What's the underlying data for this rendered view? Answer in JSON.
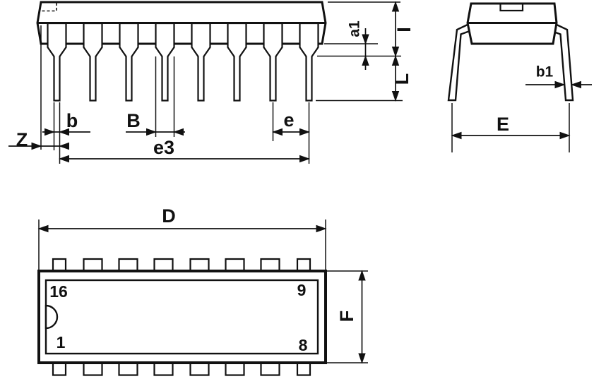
{
  "colors": {
    "line": "#111111",
    "background": "#ffffff"
  },
  "side_view": {
    "labels": {
      "Z": "Z",
      "b": "b",
      "B": "B",
      "e": "e",
      "e3": "e3",
      "a1": "a1",
      "I": "I",
      "L": "L"
    }
  },
  "end_view": {
    "labels": {
      "b1": "b1",
      "E": "E"
    }
  },
  "top_view": {
    "labels": {
      "D": "D",
      "F": "F"
    },
    "pin_numbers": {
      "pin16": "16",
      "pin9": "9",
      "pin1": "1",
      "pin8": "8"
    }
  }
}
